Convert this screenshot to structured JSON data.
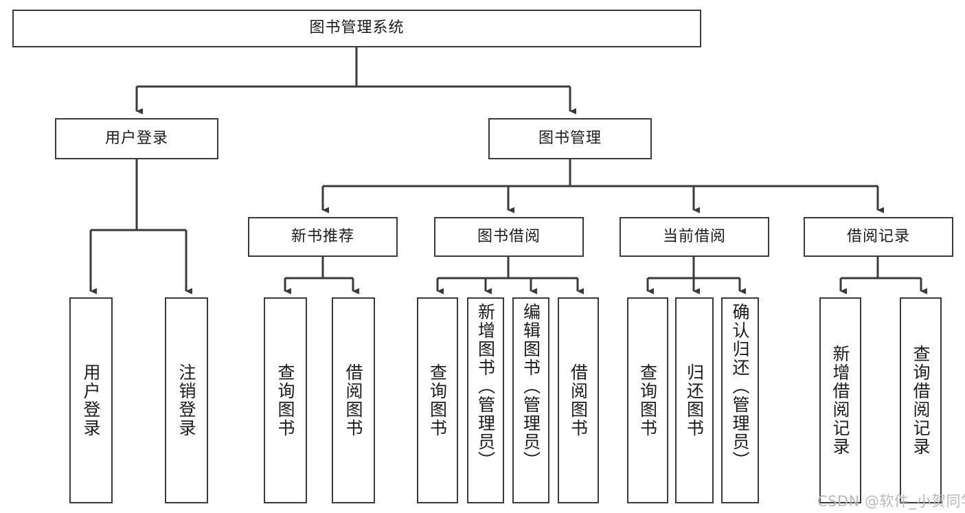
{
  "diagram": {
    "type": "tree-hierarchy",
    "title": "图书管理系统",
    "watermark": "CSDN @软件_小贺同学",
    "colors": {
      "box_border": "#3a3a3a",
      "box_fill": "#ffffff",
      "connector": "#3a3a3a",
      "text": "#1b1b1b",
      "background": "#ffffff",
      "watermark": "#b9b9b9"
    },
    "root": {
      "label": "图书管理系统"
    },
    "level2": [
      {
        "label": "用户登录"
      },
      {
        "label": "图书管理"
      }
    ],
    "level3": [
      {
        "label": "新书推荐"
      },
      {
        "label": "图书借阅"
      },
      {
        "label": "当前借阅"
      },
      {
        "label": "借阅记录"
      }
    ],
    "leaves": {
      "user_login": [
        {
          "label": "用户登录"
        },
        {
          "label": "注销登录"
        }
      ],
      "new_book_recommend": [
        {
          "label": "查询图书"
        },
        {
          "label": "借阅图书"
        }
      ],
      "book_borrow": [
        {
          "label": "查询图书"
        },
        {
          "label": "新增图书（管理员）"
        },
        {
          "label": "编辑图书（管理员）"
        },
        {
          "label": "借阅图书"
        }
      ],
      "current_borrow": [
        {
          "label": "查询图书"
        },
        {
          "label": "归还图书"
        },
        {
          "label": "确认归还（管理员）"
        }
      ],
      "borrow_records": [
        {
          "label": "新增借阅记录"
        },
        {
          "label": "查询借阅记录"
        }
      ]
    }
  }
}
